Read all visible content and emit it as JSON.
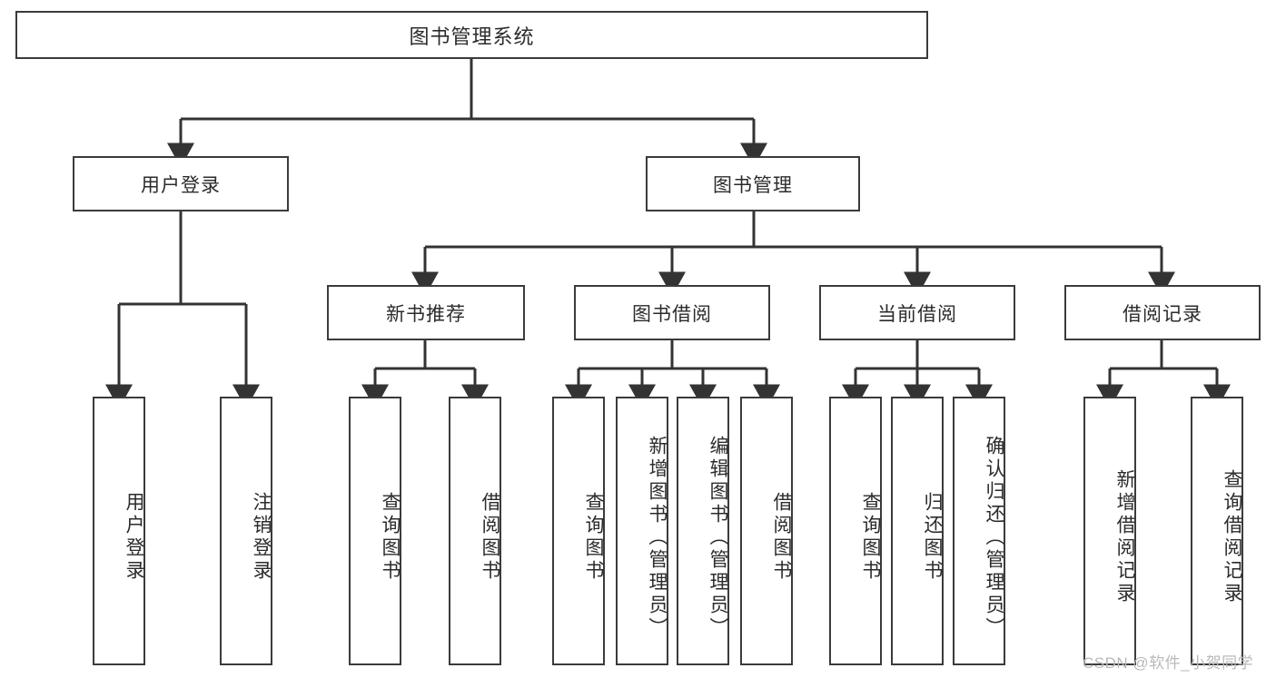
{
  "diagram": {
    "type": "tree",
    "title": "图书管理系统",
    "root": {
      "label": "图书管理系统"
    },
    "level2": [
      {
        "label": "用户登录"
      },
      {
        "label": "图书管理"
      }
    ],
    "level3": [
      {
        "label": "新书推荐"
      },
      {
        "label": "图书借阅"
      },
      {
        "label": "当前借阅"
      },
      {
        "label": "借阅记录"
      }
    ],
    "leaves": {
      "user_login": [
        {
          "label": "用户登录"
        },
        {
          "label": "注销登录"
        }
      ],
      "new_book_recommend": [
        {
          "label": "查询图书"
        },
        {
          "label": "借阅图书"
        }
      ],
      "book_borrow": [
        {
          "label": "查询图书"
        },
        {
          "label": "新增图书（管理员）"
        },
        {
          "label": "编辑图书（管理员）"
        },
        {
          "label": "借阅图书"
        }
      ],
      "current_borrow": [
        {
          "label": "查询图书"
        },
        {
          "label": "归还图书"
        },
        {
          "label": "确认归还（管理员）"
        }
      ],
      "borrow_record": [
        {
          "label": "新增借阅记录"
        },
        {
          "label": "查询借阅记录"
        }
      ]
    }
  },
  "watermark": {
    "text": "CSDN @软件_小贺同学"
  },
  "colors": {
    "border": "#3b3b3b",
    "line": "#333333",
    "text": "#2b2b2b",
    "background": "#ffffff",
    "watermark": "#b9b9b9"
  }
}
